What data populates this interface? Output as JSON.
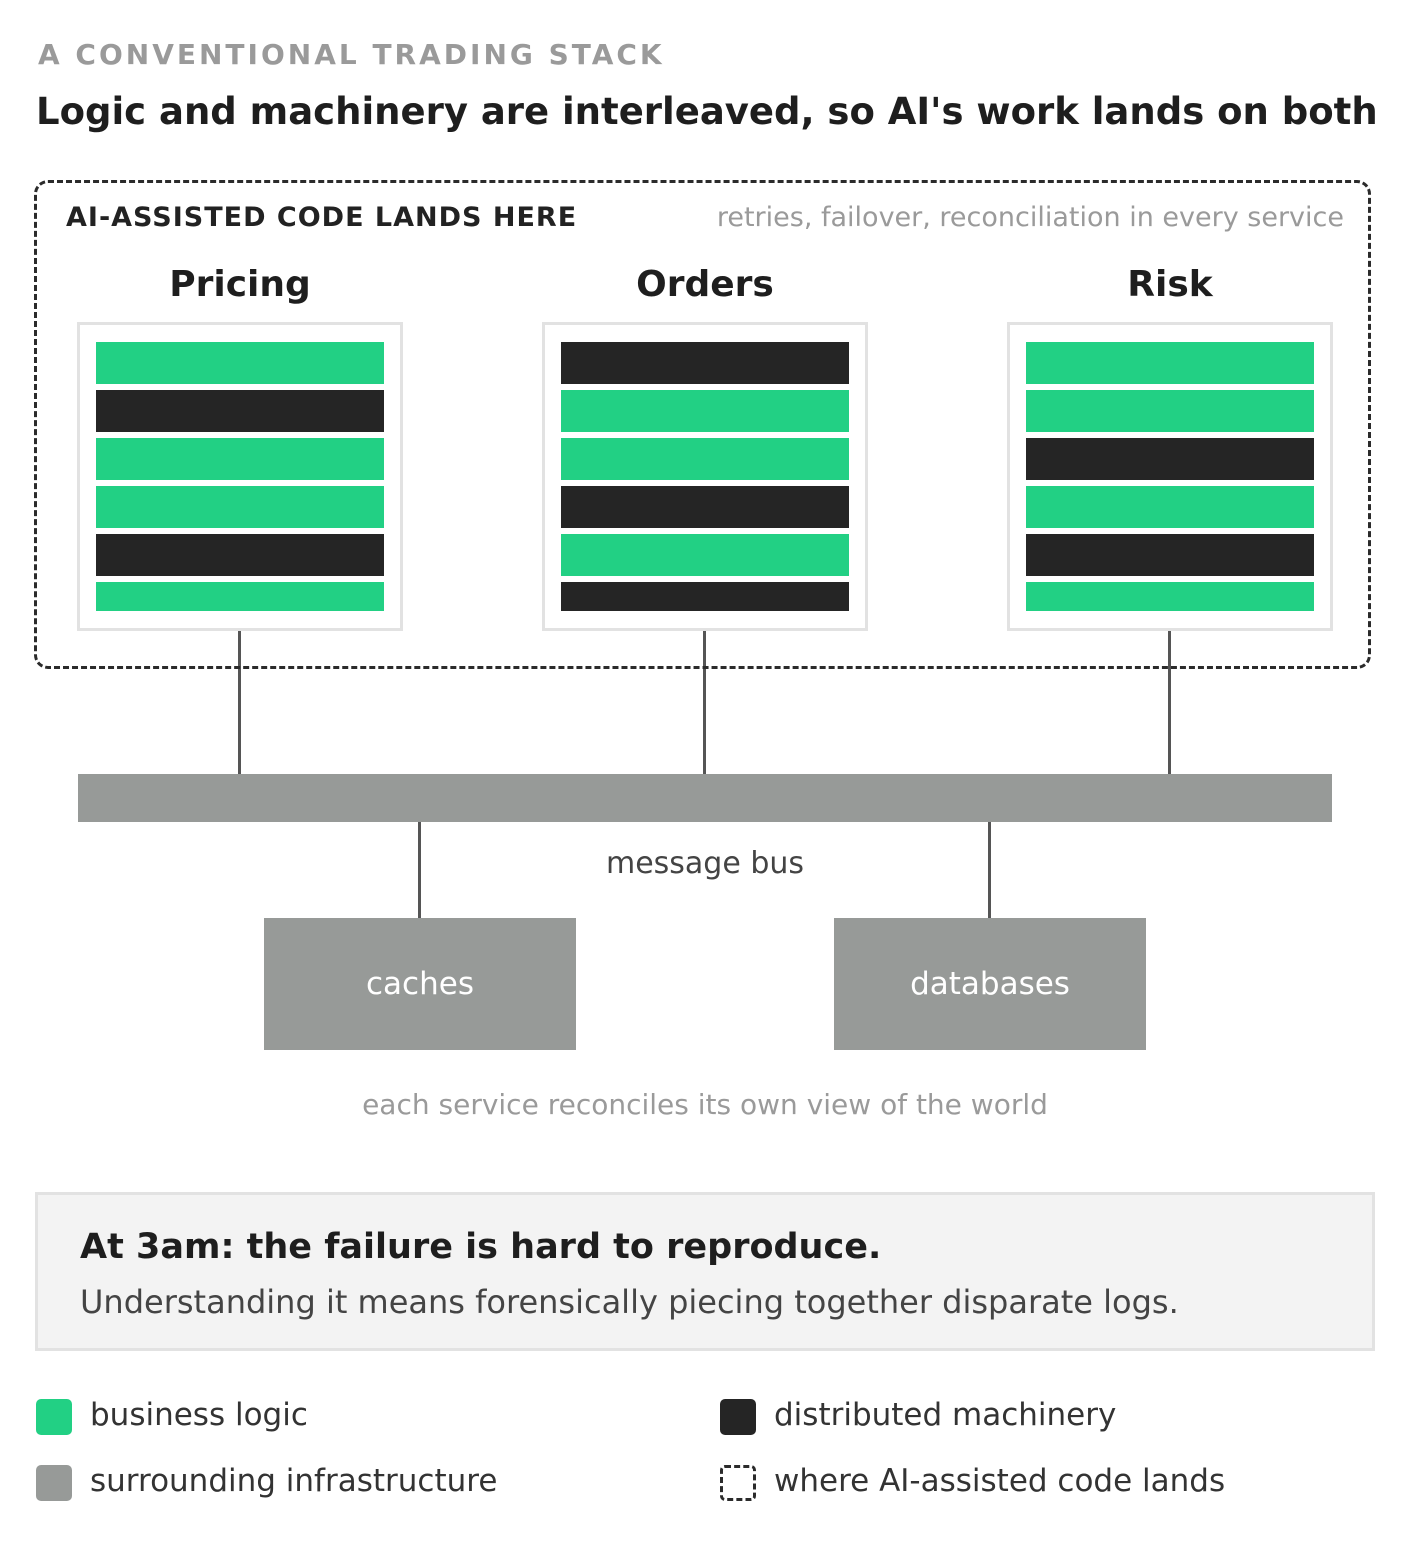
{
  "header": {
    "eyebrow": "A CONVENTIONAL TRADING STACK",
    "title": "Logic and machinery are interleaved, so AI's work lands on both"
  },
  "ai_zone": {
    "label": "AI-ASSISTED CODE LANDS HERE",
    "note": "retries, failover, reconciliation in every service"
  },
  "colors": {
    "business_logic": "#22d084",
    "distributed_machinery": "#252525",
    "infrastructure": "#979a98"
  },
  "services": [
    {
      "name": "Pricing",
      "layers": [
        "business",
        "machinery",
        "business",
        "business",
        "machinery",
        "business"
      ]
    },
    {
      "name": "Orders",
      "layers": [
        "machinery",
        "business",
        "business",
        "machinery",
        "business",
        "machinery"
      ]
    },
    {
      "name": "Risk",
      "layers": [
        "business",
        "business",
        "machinery",
        "business",
        "machinery",
        "business"
      ]
    }
  ],
  "infrastructure": {
    "bus_label": "message bus",
    "stores": [
      "caches",
      "databases"
    ],
    "footnote": "each service reconciles its own view of the world"
  },
  "callout": {
    "title": "At 3am: the failure is hard to reproduce.",
    "body": "Understanding it means forensically piecing together disparate logs."
  },
  "legend": [
    {
      "label": "business logic",
      "swatch": "business"
    },
    {
      "label": "distributed machinery",
      "swatch": "machinery"
    },
    {
      "label": "surrounding infrastructure",
      "swatch": "infrastructure"
    },
    {
      "label": "where AI-assisted code lands",
      "swatch": "dashed"
    }
  ]
}
